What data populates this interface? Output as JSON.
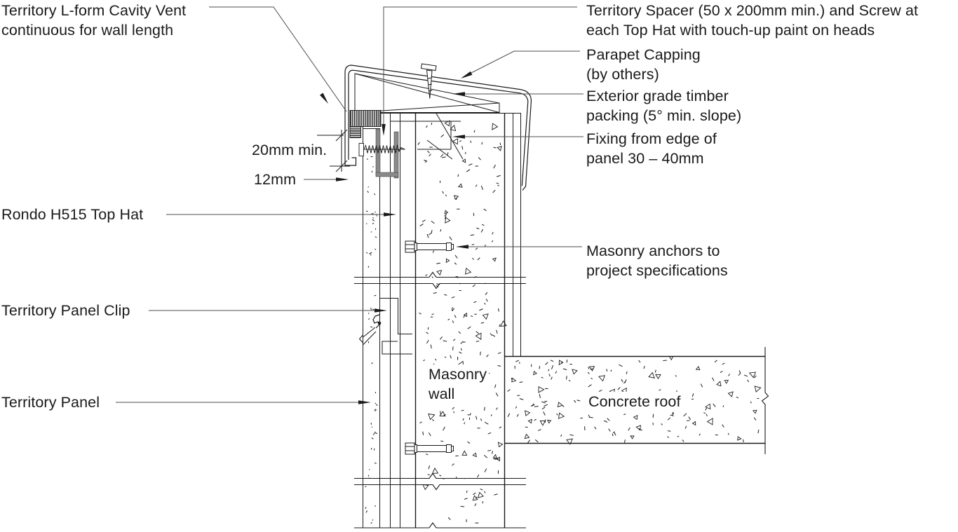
{
  "drawing": {
    "type": "construction-detail-section",
    "labels": {
      "cavity_vent": "Territory L-form Cavity Vent\ncontinuous for wall length",
      "spacer_screw": "Territory Spacer (50 x 200mm min.) and Screw at\neach Top Hat with touch-up paint on heads",
      "parapet_capping": "Parapet Capping\n(by others)",
      "timber_packing": "Exterior grade timber\npacking (5° min. slope)",
      "fixing_edge": "Fixing from edge of\npanel 30 – 40mm",
      "top_hat": "Rondo H515 Top Hat",
      "masonry_anchors": "Masonry anchors to\nproject specifications",
      "panel_clip": "Territory Panel Clip",
      "territory_panel": "Territory Panel"
    },
    "dimensions": {
      "dim_20": "20mm min.",
      "dim_12": "12mm"
    },
    "materials": {
      "masonry_wall": "Masonry\nwall",
      "concrete_roof": "Concrete roof"
    },
    "colors": {
      "ink": "#1a1a1a",
      "leader": "#4d4d4d",
      "hat_fill": "#8a8a8a",
      "background": "#ffffff"
    }
  }
}
